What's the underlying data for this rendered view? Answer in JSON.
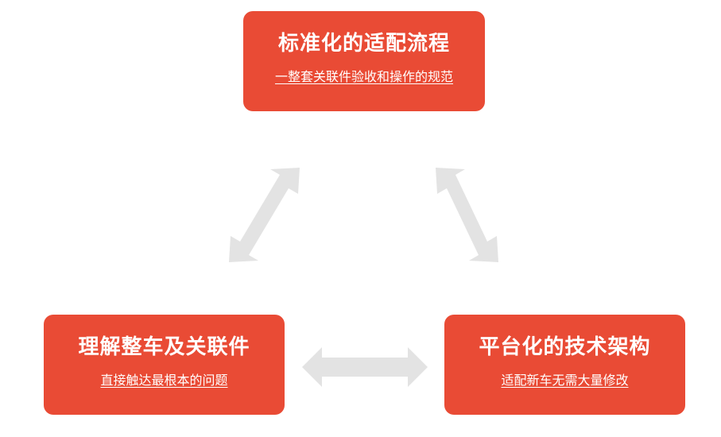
{
  "colors": {
    "box_fill": "#e94b35",
    "arrow_fill": "#e3e3e3",
    "text": "#ffffff"
  },
  "nodes": {
    "top": {
      "title": "标准化的适配流程",
      "subtitle": "一整套关联件验收和操作的规范"
    },
    "left": {
      "title": "理解整车及关联件",
      "subtitle": "直接触达最根本的问题"
    },
    "right": {
      "title": "平台化的技术架构",
      "subtitle": "适配新车无需大量修改"
    }
  },
  "connections": [
    {
      "from": "top",
      "to": "left",
      "type": "bidirectional"
    },
    {
      "from": "top",
      "to": "right",
      "type": "bidirectional"
    },
    {
      "from": "left",
      "to": "right",
      "type": "bidirectional"
    }
  ]
}
